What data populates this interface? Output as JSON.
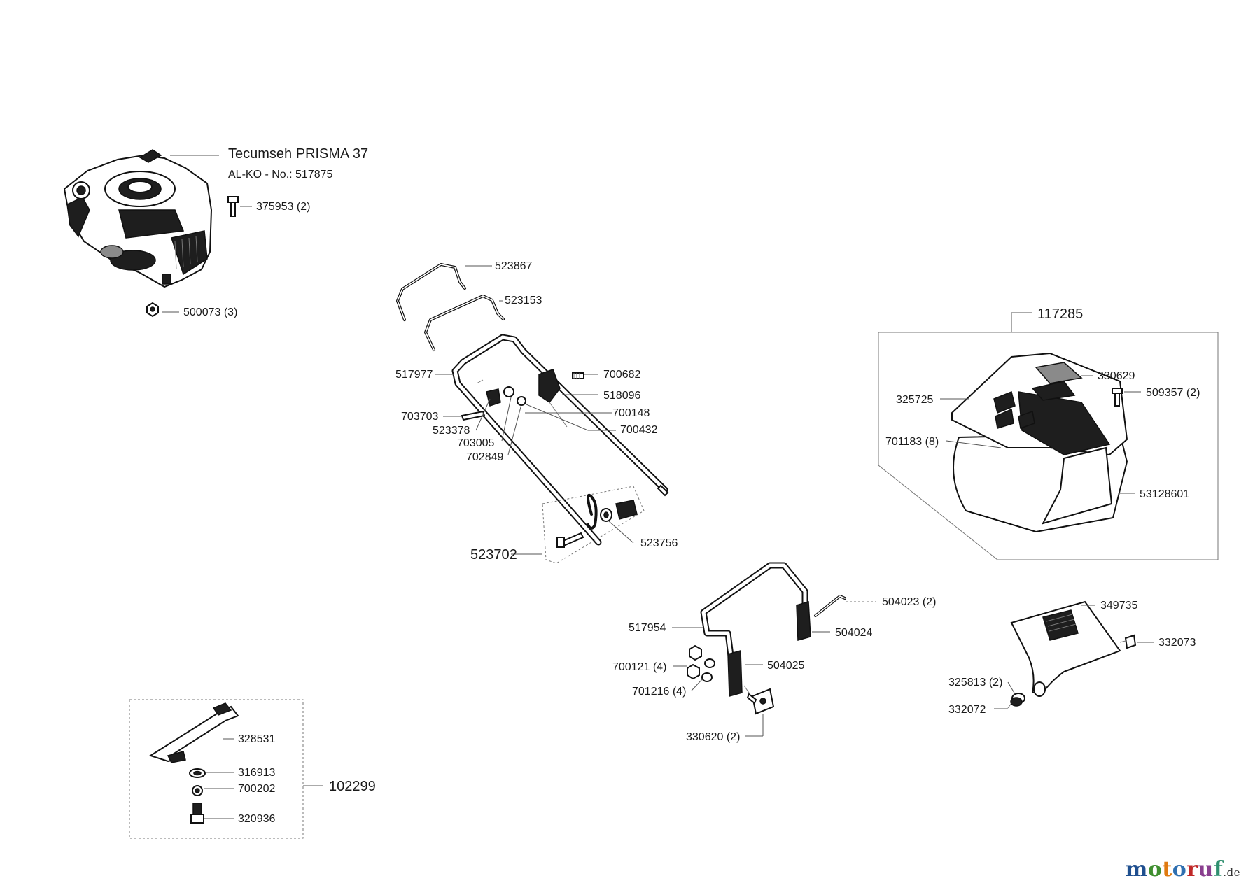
{
  "engine": {
    "name": "Tecumseh PRISMA 37",
    "number": "AL-KO - No.: 517875"
  },
  "labels": {
    "p375953": "375953 (2)",
    "p500073": "500073 (3)",
    "p523867": "523867",
    "p523153": "523153",
    "p517977": "517977",
    "p700682": "700682",
    "p518096": "518096",
    "p700148": "700148",
    "p700432": "700432",
    "p703703": "703703",
    "p523378": "523378",
    "p703005": "703005",
    "p702849": "702849",
    "p523702": "523702",
    "p523756": "523756",
    "p117285": "117285",
    "p330629": "330629",
    "p325725": "325725",
    "p509357": "509357 (2)",
    "p701183": "701183 (8)",
    "p53128601": "53128601",
    "p504023": "504023 (2)",
    "p517954": "517954",
    "p504024": "504024",
    "p700121": "700121 (4)",
    "p504025": "504025",
    "p701216": "701216 (4)",
    "p330620": "330620 (2)",
    "p349735": "349735",
    "p332073": "332073",
    "p325813": "325813 (2)",
    "p332072": "332072",
    "p328531": "328531",
    "p316913": "316913",
    "p700202": "700202",
    "p320936": "320936",
    "p102299": "102299"
  },
  "brand": {
    "letters": [
      "m",
      "o",
      "t",
      "o",
      "r",
      "u",
      "f"
    ],
    "colors": [
      "#1f4f8f",
      "#3f8f2f",
      "#e07a10",
      "#2f6fb0",
      "#c02828",
      "#8a3f8f",
      "#2f8f6f"
    ],
    "suffix": ".de"
  }
}
